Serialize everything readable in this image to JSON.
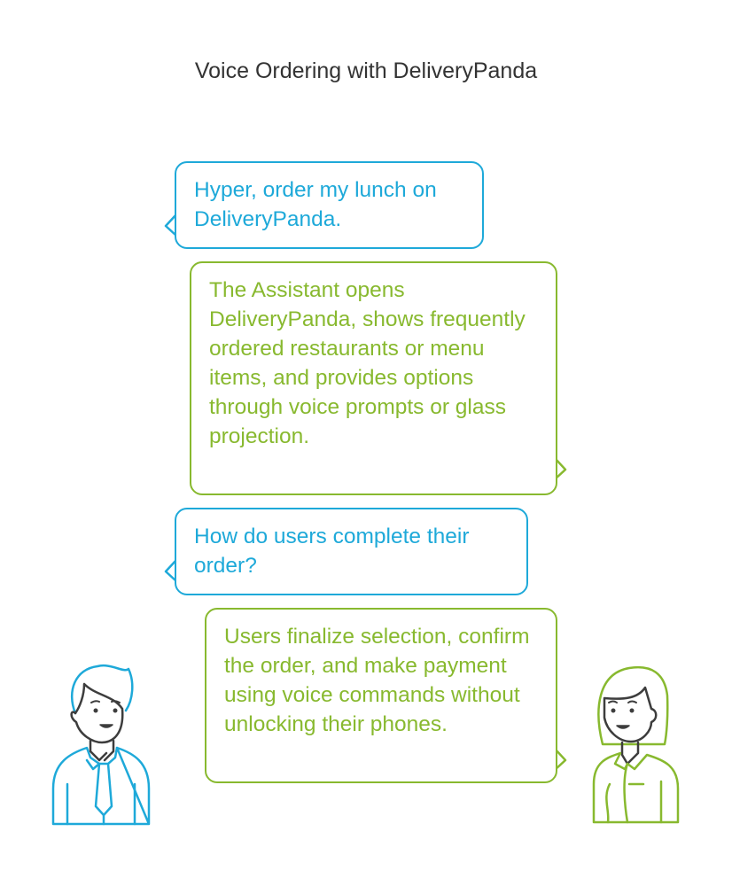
{
  "title": "Voice Ordering with DeliveryPanda",
  "colors": {
    "user": "#1ea9d9",
    "assistant": "#88b92f",
    "outline": "#3d3d3d"
  },
  "dialogue": [
    {
      "speaker": "user",
      "text": "Hyper, order my lunch on DeliveryPanda."
    },
    {
      "speaker": "assistant",
      "text": "The Assistant opens DeliveryPanda, shows frequently ordered restaurants or menu items, and provides options through voice prompts or glass projection."
    },
    {
      "speaker": "user",
      "text": "How do users complete their order?"
    },
    {
      "speaker": "assistant",
      "text": "Users finalize selection, confirm the order, and make payment using voice commands without unlocking their phones."
    }
  ]
}
